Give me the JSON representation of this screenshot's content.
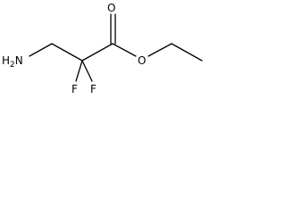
{
  "molecule": {
    "atoms": {
      "amine": {
        "element": "H",
        "subscript": "2",
        "rest": "N",
        "color": "#000000"
      },
      "fluorine_left": {
        "element": "F",
        "color": "#000000"
      },
      "fluorine_right": {
        "element": "F",
        "color": "#000000"
      },
      "carbonyl_oxygen": {
        "element": "O",
        "color": "#000000"
      },
      "ester_oxygen": {
        "element": "O",
        "color": "#000000"
      }
    },
    "bond_color": "#000000"
  }
}
